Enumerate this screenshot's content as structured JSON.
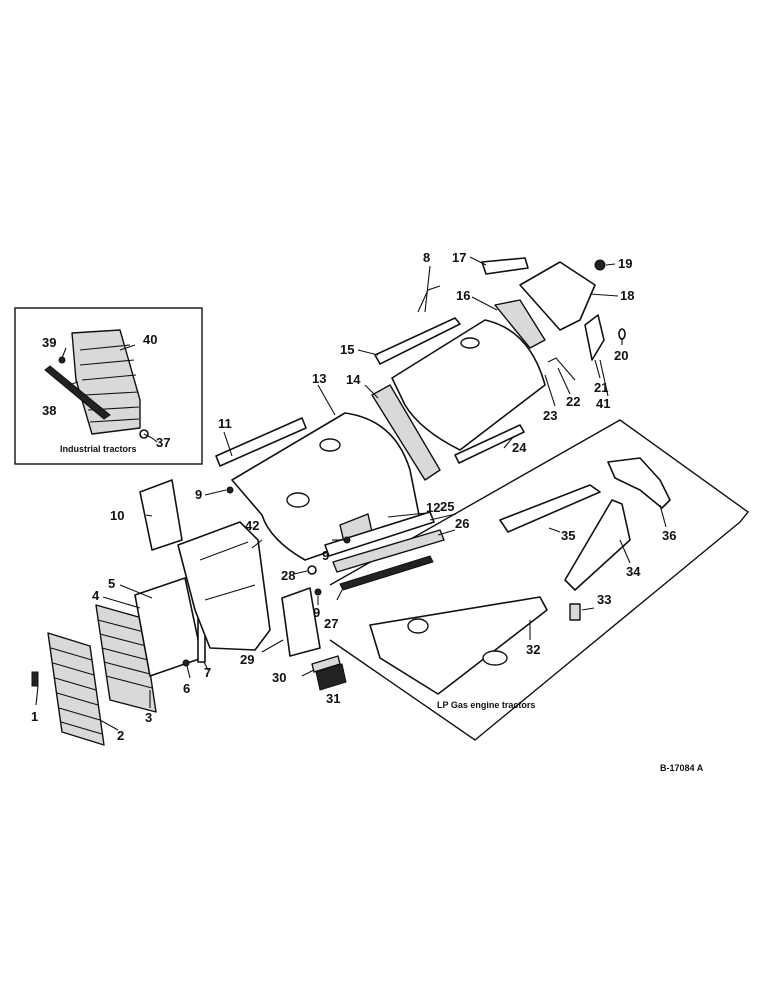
{
  "callouts": [
    "1",
    "2",
    "3",
    "4",
    "5",
    "6",
    "7",
    "8",
    "9",
    "9",
    "9",
    "10",
    "11",
    "12",
    "13",
    "14",
    "15",
    "16",
    "17",
    "18",
    "19",
    "20",
    "21",
    "22",
    "23",
    "24",
    "25",
    "26",
    "27",
    "28",
    "29",
    "30",
    "31",
    "32",
    "33",
    "34",
    "35",
    "36",
    "37",
    "38",
    "39",
    "40",
    "41",
    "42"
  ],
  "captions": {
    "industrial": "Industrial tractors",
    "lp_gas": "LP Gas engine tractors"
  },
  "drawing_number": "B-17084 A"
}
